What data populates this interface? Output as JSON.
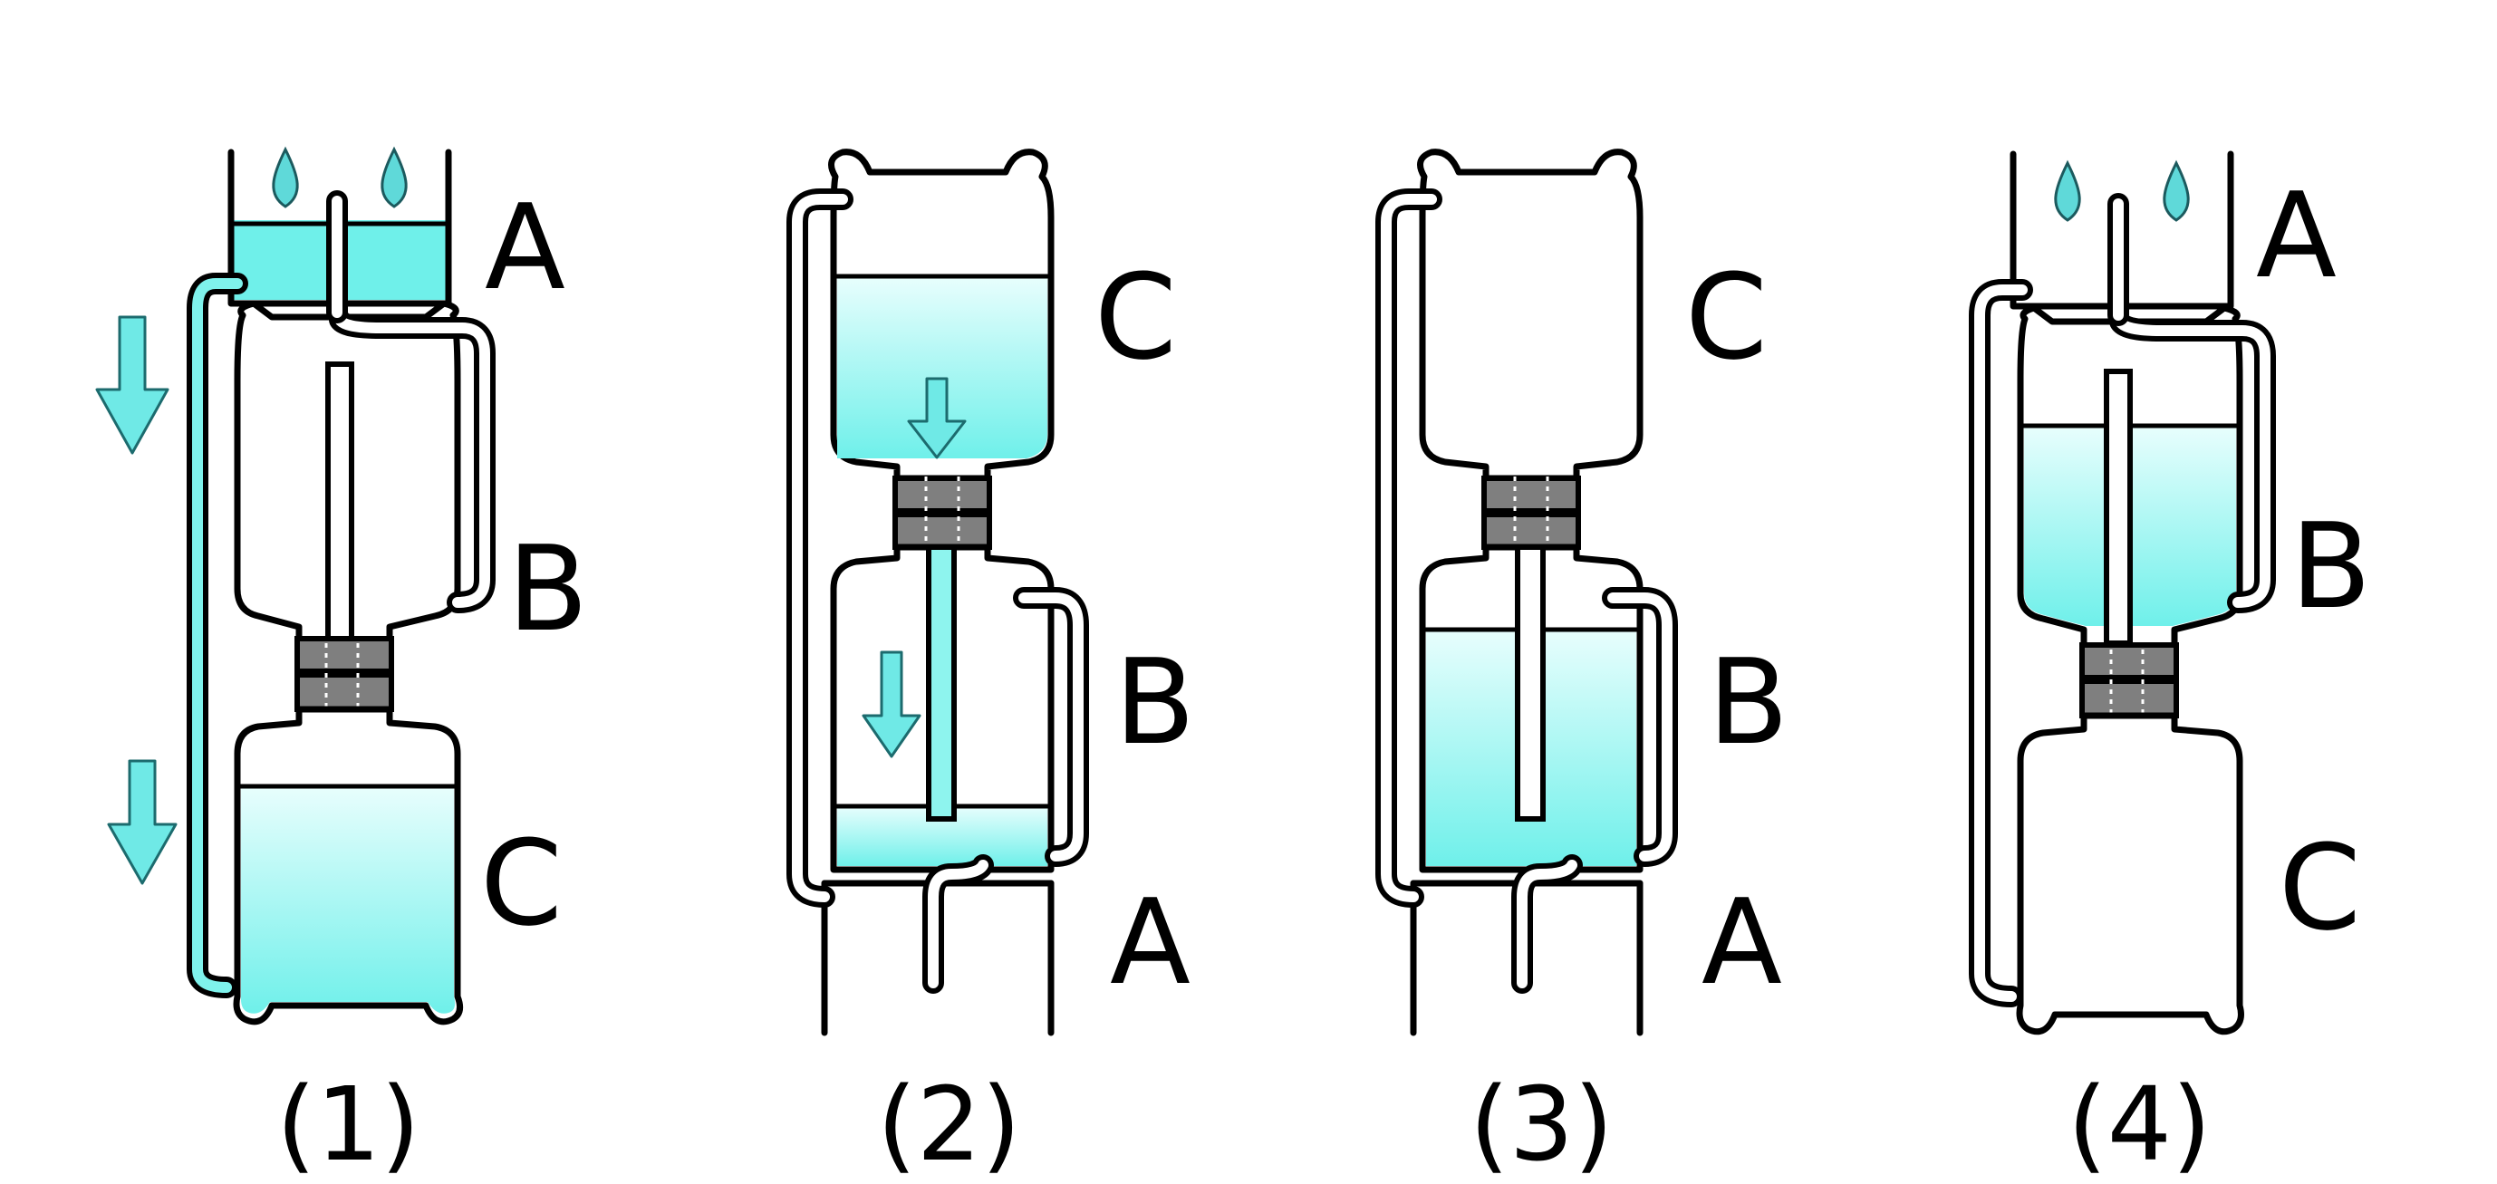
{
  "labels": {
    "a": "A",
    "b": "B",
    "c": "C"
  },
  "captions": [
    "(1)",
    "(2)",
    "(3)",
    "(4)"
  ],
  "colors": {
    "water_light": "#e8fefd",
    "water_dark": "#6ff0ea",
    "seal": "#7f7f7f",
    "outline": "#000000"
  }
}
